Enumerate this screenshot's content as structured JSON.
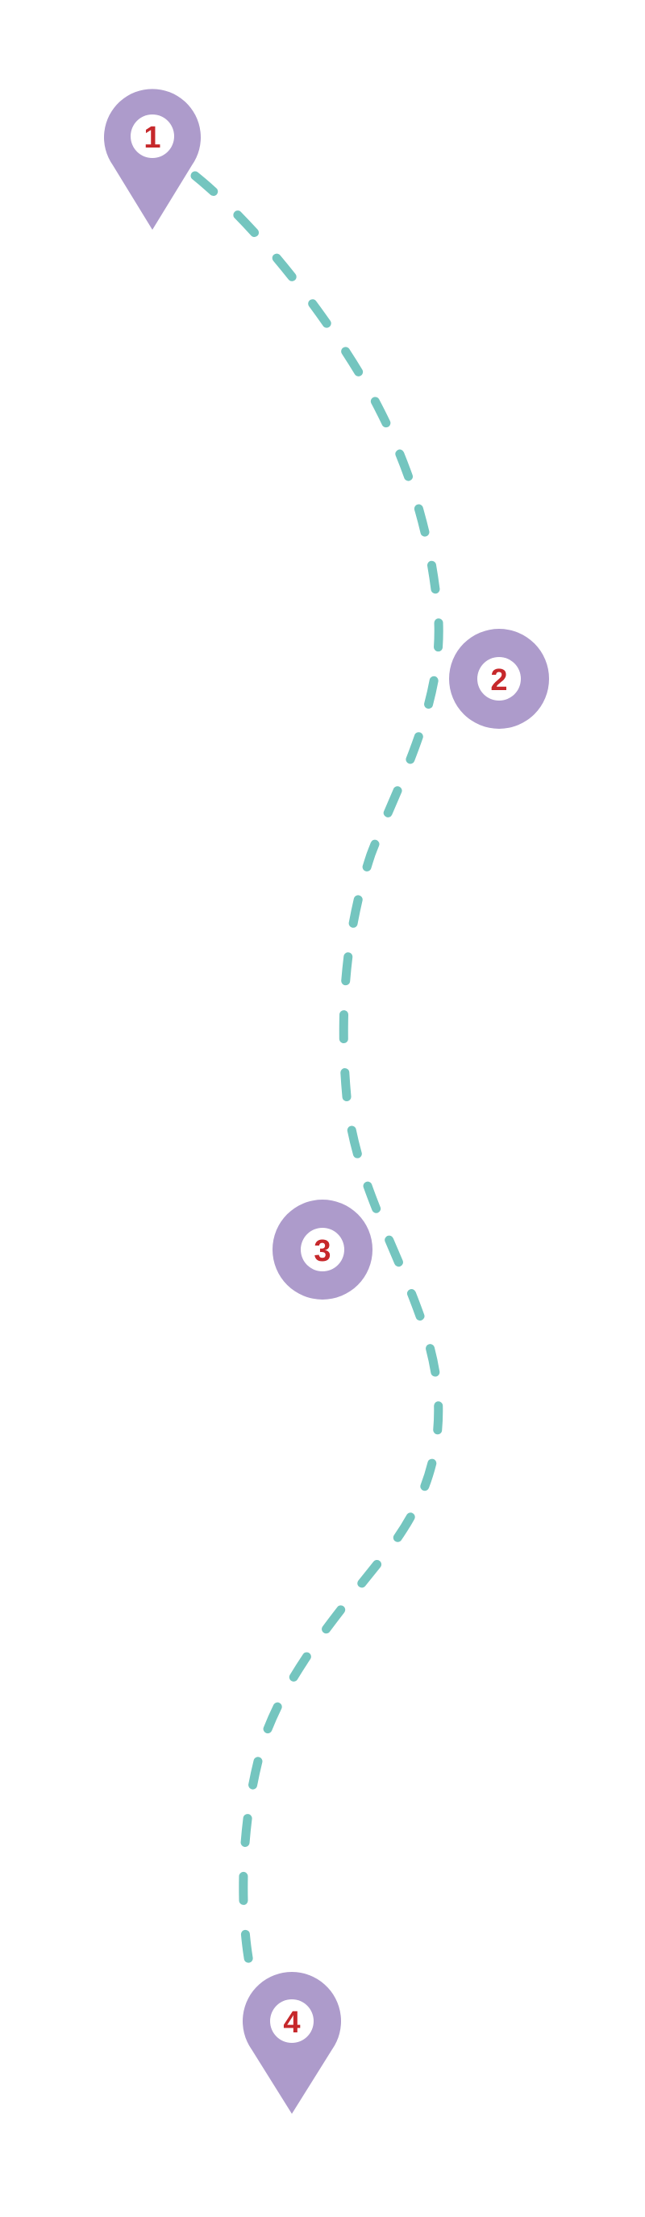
{
  "colors": {
    "marker": "#ad9bcb",
    "path": "#74c5bf",
    "number": "#c6282b",
    "inner": "#ffffff"
  },
  "markers": [
    {
      "label": "1",
      "type": "pin"
    },
    {
      "label": "2",
      "type": "circle"
    },
    {
      "label": "3",
      "type": "circle"
    },
    {
      "label": "4",
      "type": "pin"
    }
  ]
}
